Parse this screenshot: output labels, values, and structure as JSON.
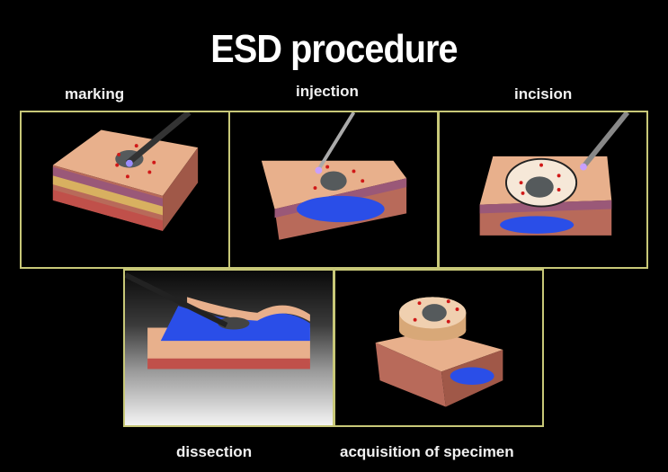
{
  "title": "ESD procedure",
  "panels": [
    {
      "id": "marking",
      "label": "marking"
    },
    {
      "id": "injection",
      "label": "injection"
    },
    {
      "id": "incision",
      "label": "incision"
    },
    {
      "id": "dissection",
      "label": "dissection"
    },
    {
      "id": "acquisition",
      "label": "acquisition of specimen"
    }
  ],
  "colors": {
    "background": "#000000",
    "frame_border": "#c8c878",
    "mucosa": "#e8b08c",
    "submucosa_fluid": "#2a4ee8",
    "lesion": "#555a5c",
    "marking_dot": "#d01818"
  }
}
